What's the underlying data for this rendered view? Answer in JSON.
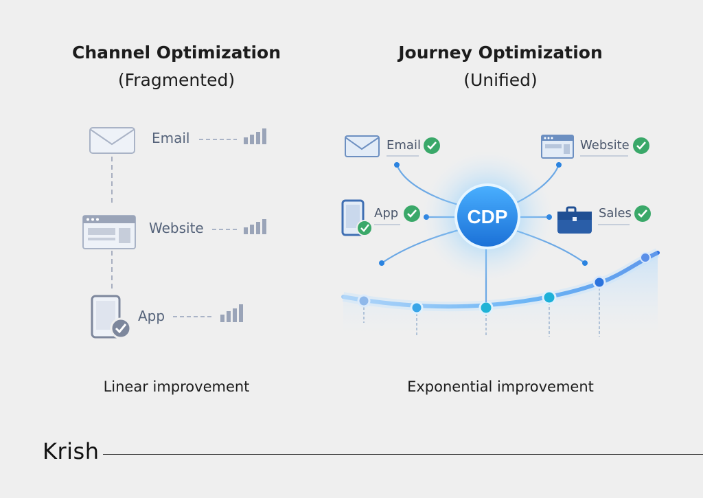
{
  "left": {
    "title": "Channel Optimization",
    "subtitle": "(Fragmented)",
    "channels": [
      {
        "label": "Email",
        "icon": "envelope-icon"
      },
      {
        "label": "Website",
        "icon": "browser-window-icon"
      },
      {
        "label": "App",
        "icon": "mobile-phone-icon"
      }
    ],
    "caption": "Linear improvement"
  },
  "right": {
    "title": "Journey Optimization",
    "subtitle": "(Unified)",
    "hub": "CDP",
    "channels": [
      {
        "label": "Email",
        "icon": "envelope-icon"
      },
      {
        "label": "Website",
        "icon": "browser-window-icon"
      },
      {
        "label": "App",
        "icon": "mobile-phone-icon"
      },
      {
        "label": "Sales",
        "icon": "briefcase-icon"
      }
    ],
    "caption": "Exponential improvement"
  },
  "brand": "Krish",
  "colors": {
    "check": "#3aa869",
    "hub": "#2f8ee6",
    "muted_icon": "#9aa4b8",
    "line": "#6ba8e5"
  }
}
